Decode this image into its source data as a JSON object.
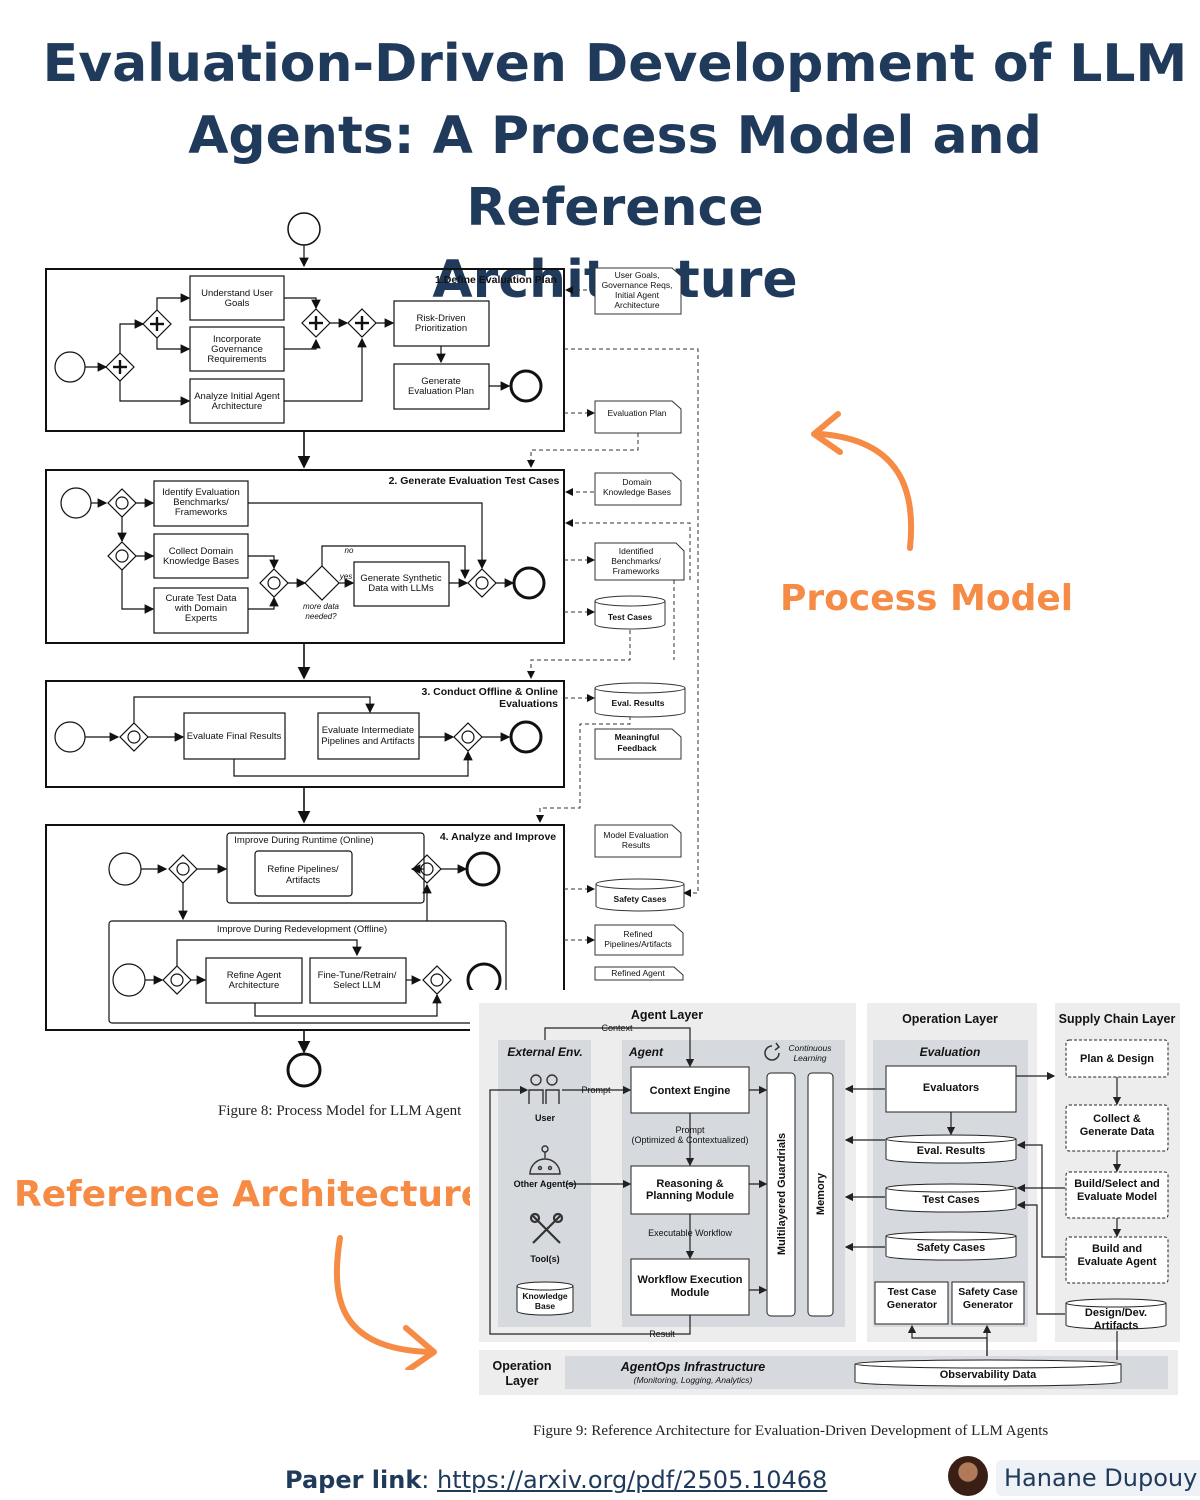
{
  "title": {
    "line1": "Evaluation-Driven Development of LLM",
    "line2": "Agents: A Process Model and Reference",
    "line3": "Architecture"
  },
  "labels": {
    "process_model": "Process Model",
    "reference_architecture": "Reference Architecture"
  },
  "process_model": {
    "caption": "Figure 8: Process Model for LLM Agent",
    "stage1": {
      "title": "1.Define Evaluation Plan",
      "understand": [
        "Understand User",
        "Goals"
      ],
      "incorporate": [
        "Incorporate",
        "Governance",
        "Requirements"
      ],
      "analyze": [
        "Analyze Initial Agent",
        "Architecture"
      ],
      "risk": [
        "Risk-Driven",
        "Prioritization"
      ],
      "generate": [
        "Generate",
        "Evaluation Plan"
      ]
    },
    "stage2": {
      "title": "2. Generate Evaluation Test Cases",
      "identify": [
        "Identify Evaluation",
        "Benchmarks/",
        "Frameworks"
      ],
      "collect": [
        "Collect Domain",
        "Knowledge Bases"
      ],
      "curate": [
        "Curate Test Data",
        "with Domain",
        "Experts"
      ],
      "synthetic": [
        "Generate Synthetic",
        "Data with LLMs"
      ],
      "no": "no",
      "yes": "yes",
      "question": [
        "more data",
        "needed?"
      ]
    },
    "stage3": {
      "title_line1": "3. Conduct Offline & Online",
      "title_line2": "Evaluations",
      "final": "Evaluate Final Results",
      "intermediate": [
        "Evaluate Intermediate",
        "Pipelines and Artifacts"
      ]
    },
    "stage4": {
      "title": "4. Analyze and Improve",
      "runtime": "Improve During Runtime (Online)",
      "refine_pipelines": [
        "Refine Pipelines/",
        "Artifacts"
      ],
      "redevelopment": "Improve During Redevelopment (Offline)",
      "refine_agent": [
        "Refine Agent",
        "Architecture"
      ],
      "finetune": [
        "Fine-Tune/Retrain/",
        "Select LLM"
      ]
    },
    "artifacts": {
      "goals": [
        "User Goals,",
        "Governance Reqs,",
        "Initial Agent",
        "Architecture"
      ],
      "eval_plan": "Evaluation Plan",
      "domain_kb": [
        "Domain",
        "Knowledge Bases"
      ],
      "identified": [
        "Identified",
        "Benchmarks/",
        "Frameworks"
      ],
      "test_cases": "Test Cases",
      "eval_results": "Eval. Results",
      "feedback": [
        "Meaningful",
        "Feedback"
      ],
      "model_eval": [
        "Model Evaluation",
        "Results"
      ],
      "safety_cases": "Safety Cases",
      "refined": [
        "Refined",
        "Pipelines/Artifacts"
      ],
      "refined_agent": "Refined Agent"
    }
  },
  "reference_architecture": {
    "caption": "Figure 9: Reference Architecture for Evaluation-Driven Development of LLM Agents",
    "agent_layer": "Agent Layer",
    "operation_layer": "Operation Layer",
    "supply_chain_layer": "Supply Chain Layer",
    "external_env": "External Env.",
    "agent": "Agent",
    "continuous_learning": [
      "Continuous",
      "Learning"
    ],
    "context": "Context",
    "prompt": "Prompt",
    "prompt_opt": [
      "Prompt",
      "(Optimized & Contextualized)"
    ],
    "executable_workflow": "Executable Workflow",
    "result": "Result",
    "user": "User",
    "other_agents": "Other Agent(s)",
    "tools": "Tool(s)",
    "knowledge_base": [
      "Knowledge",
      "Base"
    ],
    "context_engine": "Context Engine",
    "reasoning": [
      "Reasoning &",
      "Planning Module"
    ],
    "workflow": [
      "Workflow Execution",
      "Module"
    ],
    "guardrails": "Multilayered Guardrials",
    "memory": "Memory",
    "evaluation": "Evaluation",
    "evaluators": "Evaluators",
    "eval_results": "Eval. Results",
    "test_cases": "Test Cases",
    "safety_cases": "Safety Cases",
    "test_case_gen": [
      "Test Case",
      "Generator"
    ],
    "safety_case_gen": [
      "Safety Case",
      "Generator"
    ],
    "plan_design": "Plan & Design",
    "collect_generate": [
      "Collect &",
      "Generate Data"
    ],
    "build_select": [
      "Build/Select and",
      "Evaluate Model"
    ],
    "build_evaluate": [
      "Build and",
      "Evaluate Agent"
    ],
    "design_artifacts": [
      "Design/Dev.",
      "Artifacts"
    ],
    "op_layer_bottom": [
      "Operation",
      "Layer"
    ],
    "agentops": "AgentOps Infrastructure",
    "agentops_sub": "(Monitoring, Logging, Analytics)",
    "observability": "Observability Data"
  },
  "footer": {
    "paper_label": "Paper link",
    "colon": ": ",
    "url": "https://arxiv.org/pdf/2505.10468 ",
    "author": "Hanane Dupouy"
  },
  "colors": {
    "title": "#1f3a5b",
    "accent": "#f58b45",
    "panel": "#ededed",
    "subpanel": "#d6d9de"
  }
}
